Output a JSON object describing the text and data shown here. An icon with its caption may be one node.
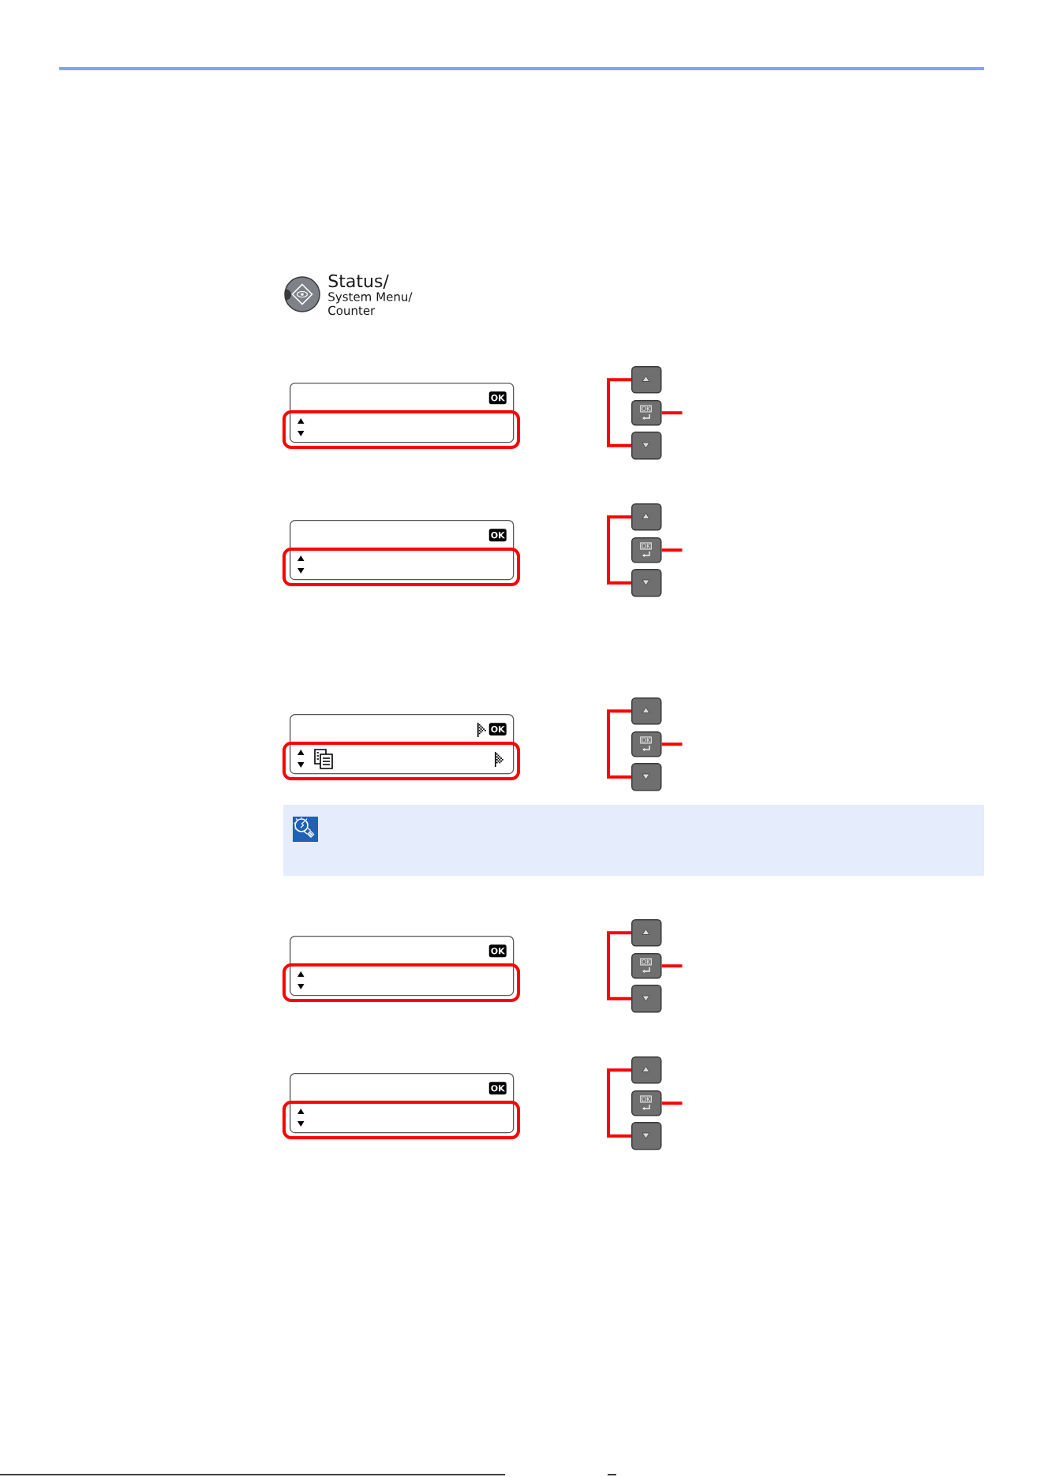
{
  "diagram": {
    "nodes": [
      {
        "text": [
          "OK"
        ]
      },
      {
        "text": [],
        "shape": "box"
      },
      {
        "text": [
          "OK"
        ]
      },
      {
        "text": [],
        "shape": "box"
      },
      {
        "text": [
          "OK"
        ]
      },
      {
        "text": [],
        "shape": "box"
      },
      {
        "text": [
          "OK"
        ]
      },
      {
        "text": [],
        "shape": "box"
      },
      {
        "text": [
          "OK"
        ]
      },
      {
        "text": [],
        "shape": "box"
      },
      {
        "text": [
          "OK"
        ]
      },
      {
        "text": [],
        "shape": "box"
      },
      {
        "text": [
          "OK"
        ]
      },
      {
        "text": [],
        "shape": "box"
      },
      {
        "text": [
          "OK"
        ]
      },
      {
        "text": [],
        "shape": "box"
      },
      {
        "text": [
          "OK"
        ]
      },
      {
        "text": [],
        "shape": "box"
      },
      {
        "text": [
          "OK"
        ]
      },
      {
        "text": [],
        "shape": "box"
      }
    ],
    "edges": [
      {
        "from": 2,
        "to": null,
        "arrow": "none"
      },
      {
        "from": 6,
        "to": null,
        "arrow": "none"
      },
      {
        "from": 10,
        "to": null,
        "arrow": "none"
      },
      {
        "from": 14,
        "to": null,
        "arrow": "none"
      },
      {
        "from": 18,
        "to": null,
        "arrow": "none"
      }
    ],
    "labels": [
      "Status/",
      "System Menu/ Counter"
    ]
  }
}
